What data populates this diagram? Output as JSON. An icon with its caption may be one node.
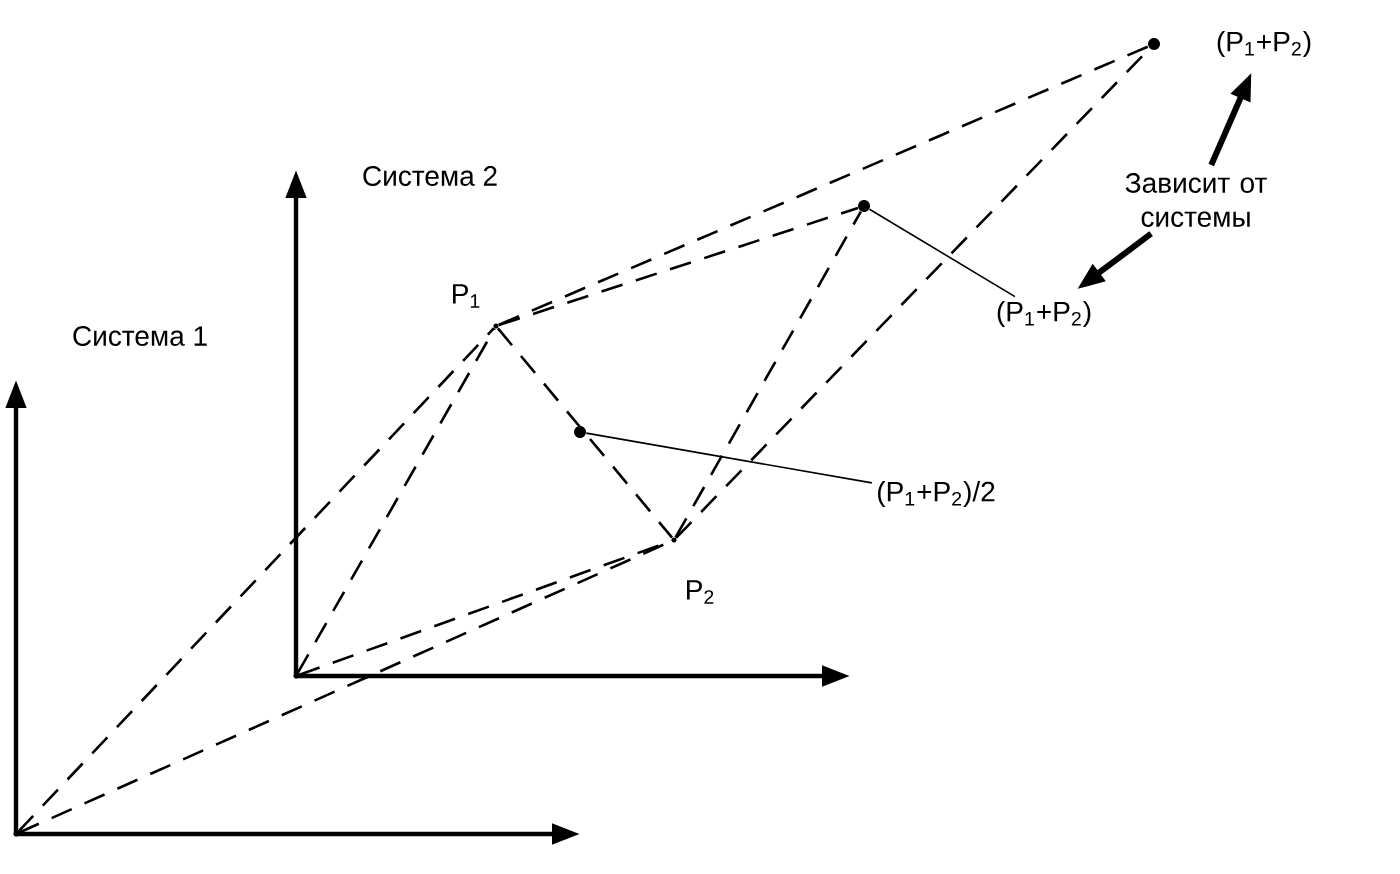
{
  "diagram": {
    "nodes": [
      {
        "text": [],
        "shape": "point"
      },
      {
        "text": [],
        "shape": "point"
      },
      {
        "text": [],
        "shape": "point",
        "beside": [
          "P$_{1}$"
        ]
      },
      {
        "text": [],
        "shape": "point",
        "beside": [
          "P$_{2}$"
        ]
      },
      {
        "text": [],
        "shape": "dot"
      },
      {
        "text": [],
        "shape": "dot"
      },
      {
        "text": [],
        "shape": "dot"
      },
      {
        "text": [
          "(P$_{1}$+P$_{2}$)/2"
        ]
      },
      {
        "text": [
          "(P$_{1}$+P$_{2}$)"
        ]
      },
      {
        "text": [
          "(P$_{1}$+P$_{2}$)"
        ]
      },
      {
        "text": [
          "Зависит от системы"
        ]
      }
    ],
    "edges": [
      {
        "from": 0,
        "to": 2,
        "arrow": "none",
        "style": "dashed"
      },
      {
        "from": 0,
        "to": 3,
        "arrow": "none",
        "style": "dashed"
      },
      {
        "from": 1,
        "to": 2,
        "arrow": "none",
        "style": "dashed"
      },
      {
        "from": 1,
        "to": 3,
        "arrow": "none",
        "style": "dashed"
      },
      {
        "from": 2,
        "to": 3,
        "arrow": "none",
        "style": "dashed"
      },
      {
        "from": 2,
        "to": 5,
        "arrow": "none",
        "style": "dashed"
      },
      {
        "from": 3,
        "to": 5,
        "arrow": "none",
        "style": "dashed"
      },
      {
        "from": 2,
        "to": 6,
        "arrow": "none",
        "style": "dashed"
      },
      {
        "from": 3,
        "to": 6,
        "arrow": "none",
        "style": "dashed"
      },
      {
        "from": 7,
        "to": 4,
        "arrow": "none"
      },
      {
        "from": 9,
        "to": 5,
        "arrow": "none"
      },
      {
        "from": 10,
        "to": 8,
        "arrow": "to",
        "style": "thick"
      },
      {
        "from": 10,
        "to": 9,
        "arrow": "to",
        "style": "thick"
      }
    ],
    "labels": [
      "Система 1",
      "Система 2"
    ]
  }
}
